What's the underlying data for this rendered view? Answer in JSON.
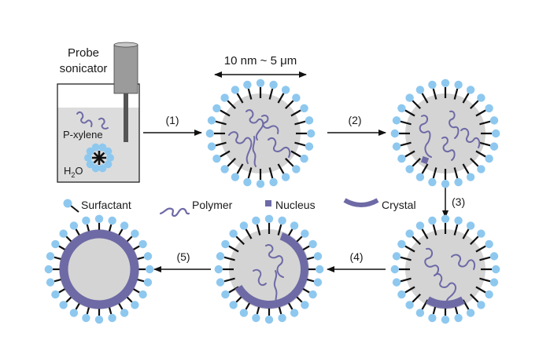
{
  "sonicator": {
    "title_line1": "Probe",
    "title_line2": "sonicator",
    "solvent_label": "P-xylene",
    "water_label": "H",
    "water_sub": "2",
    "water_tail": "O"
  },
  "size_label": "10 nm ~ 5 μm",
  "steps": [
    "(1)",
    "(2)",
    "(3)",
    "(4)",
    "(5)"
  ],
  "legend": {
    "surfactant": "Surfactant",
    "polymer": "Polymer",
    "nucleus": "Nucleus",
    "crystal": "Crystal"
  },
  "colors": {
    "surfactant_head": "#8ec8ef",
    "droplet_fill": "#d4d4d4",
    "polymer": "#6e6aa6",
    "crystal": "#6e6aa6",
    "tail": "#111111",
    "water": "#dcdcdc"
  }
}
